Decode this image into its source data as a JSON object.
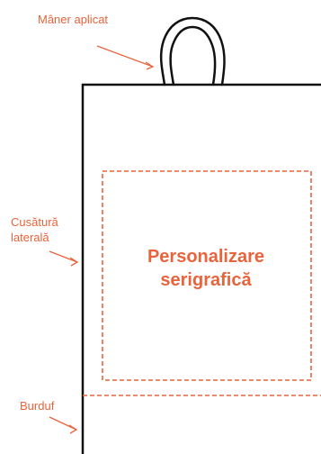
{
  "labels": {
    "handle": "Mâner aplicat",
    "seam_line1": "Cusătură",
    "seam_line2": "laterală",
    "gusset": "Burduf"
  },
  "print_area": {
    "line1": "Personalizare",
    "line2": "serigrafică"
  },
  "colors": {
    "accent": "#e8643c",
    "outline": "#111111",
    "background": "#ffffff"
  }
}
